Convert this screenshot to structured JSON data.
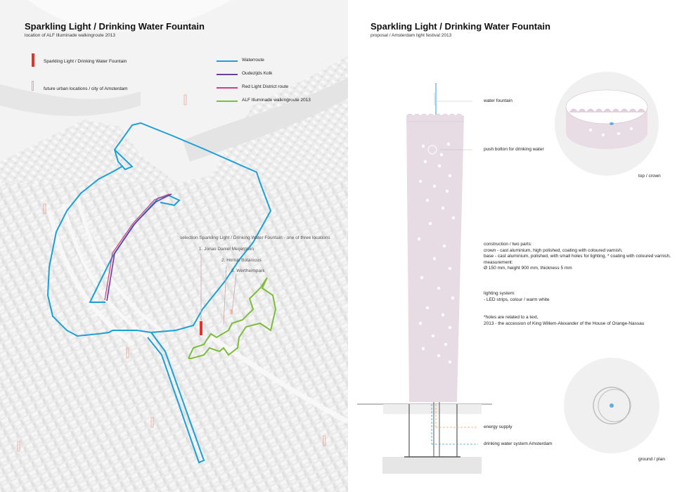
{
  "left": {
    "title": "Sparkling Light / Drinking Water Fountain",
    "subtitle": "location of ALF Illuminade walkingroute 2013",
    "legend": {
      "fountain": "Sparkling Light / Drinking Water Fountain",
      "future": "future urban locations / city of Amsterdam",
      "waterroute": "Waterroute",
      "oudezijds": "Oudezijds Kolk",
      "redlight": "Red Light District route",
      "alf": "ALF Illuminade walkingroute 2013"
    },
    "selection": {
      "heading": "selection Sparkling Light / Drinking Water Fountain - one of three locations",
      "loc1": "1. Jonas Daniel Meijerplein",
      "loc2": "2. Hortus Botanicus",
      "loc3": "3. Wertheimpark"
    },
    "colors": {
      "waterroute": "#1ba0d8",
      "oudezijds": "#6a3fa0",
      "redlight": "#d63a7a",
      "alf": "#7dbd3a",
      "fountain": "#e0332b"
    }
  },
  "right": {
    "title": "Sparkling Light / Drinking Water Fountain",
    "subtitle": "proposal / Amsterdam light festival 2013",
    "labels": {
      "water_fountain": "water fountain",
      "push_button": "push botton for drinking water",
      "top_crown": "top / crown",
      "ground_plan": "ground / plan",
      "energy_supply": "energy supply",
      "drinking_water": "drinking water system Amsterdam"
    },
    "construction": [
      "construction / two parts:",
      "crown -  cast aluminium, high polished, coating with coloured varnish,",
      "base - cast aluminium, polished, with small holes for lighting, * coating with coloured varnish,",
      "measurement:",
      "Ø 150 mm, height 900 mm, thickness 5 mm"
    ],
    "lighting": [
      "lighting system:",
      "- LED strips, colour / warm white"
    ],
    "holes_note": [
      "*holes are related to a text,",
      "2013 - the accession of King Willem-Alexander of the House of Orange-Nassau"
    ],
    "colors": {
      "column": "#e8dce4",
      "energy": "#f0a050",
      "water": "#3a9ad8"
    }
  }
}
